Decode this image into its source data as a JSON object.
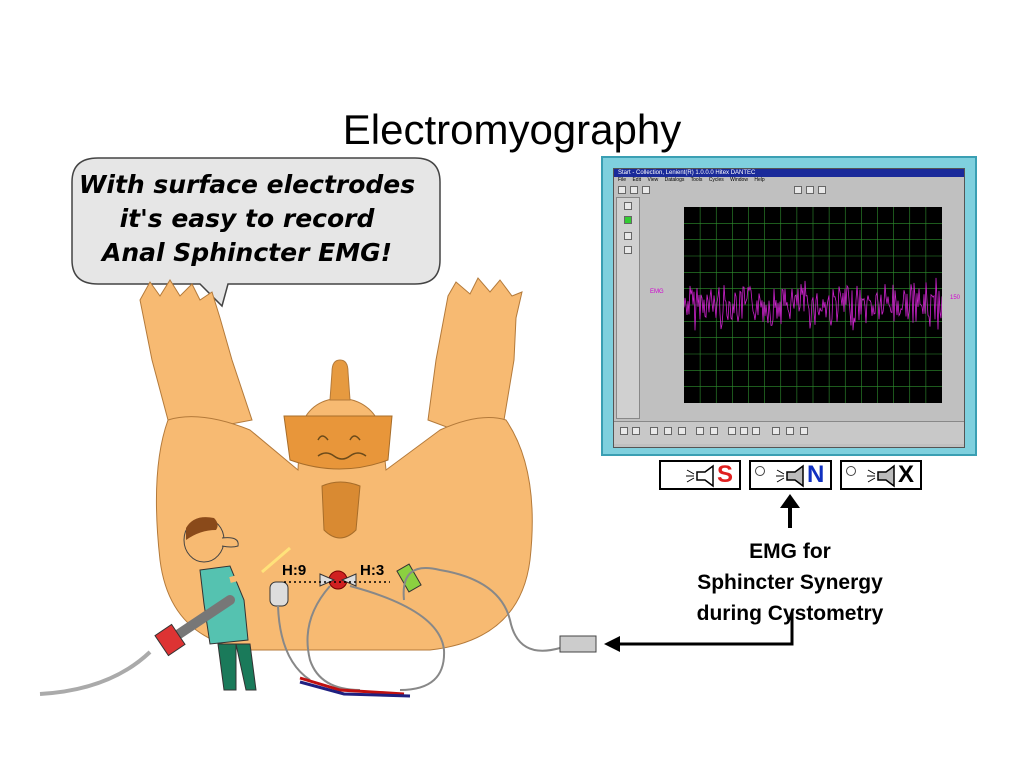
{
  "title": "Electromyography",
  "speech_bubble": {
    "lines": [
      "With surface electrodes",
      "it's easy to record",
      "Anal Sphincter EMG!"
    ]
  },
  "electrodes": {
    "left_label": "H:9",
    "right_label": "H:3"
  },
  "monitor": {
    "window_title": "Start - Collection, Lenient(R) 1.0.0.0 Hitex DANTEC",
    "menu": [
      "File",
      "Edit",
      "View",
      "Datalogs",
      "Tools",
      "Cycles",
      "Window",
      "Help"
    ],
    "channel_label": "EMG",
    "channel_value": "150",
    "signal_color": "#cc22cc",
    "grid_color": "#2f8f2f",
    "screen_bg": "#000000"
  },
  "sound_buttons": [
    {
      "letter": "S",
      "color": "#e02020",
      "selected": false
    },
    {
      "letter": "N",
      "color": "#1030c0",
      "selected": true
    },
    {
      "letter": "X",
      "color": "#000000",
      "selected": false
    }
  ],
  "caption": {
    "lines": [
      "EMG for",
      "Sphincter Synergy",
      "during Cystometry"
    ]
  }
}
